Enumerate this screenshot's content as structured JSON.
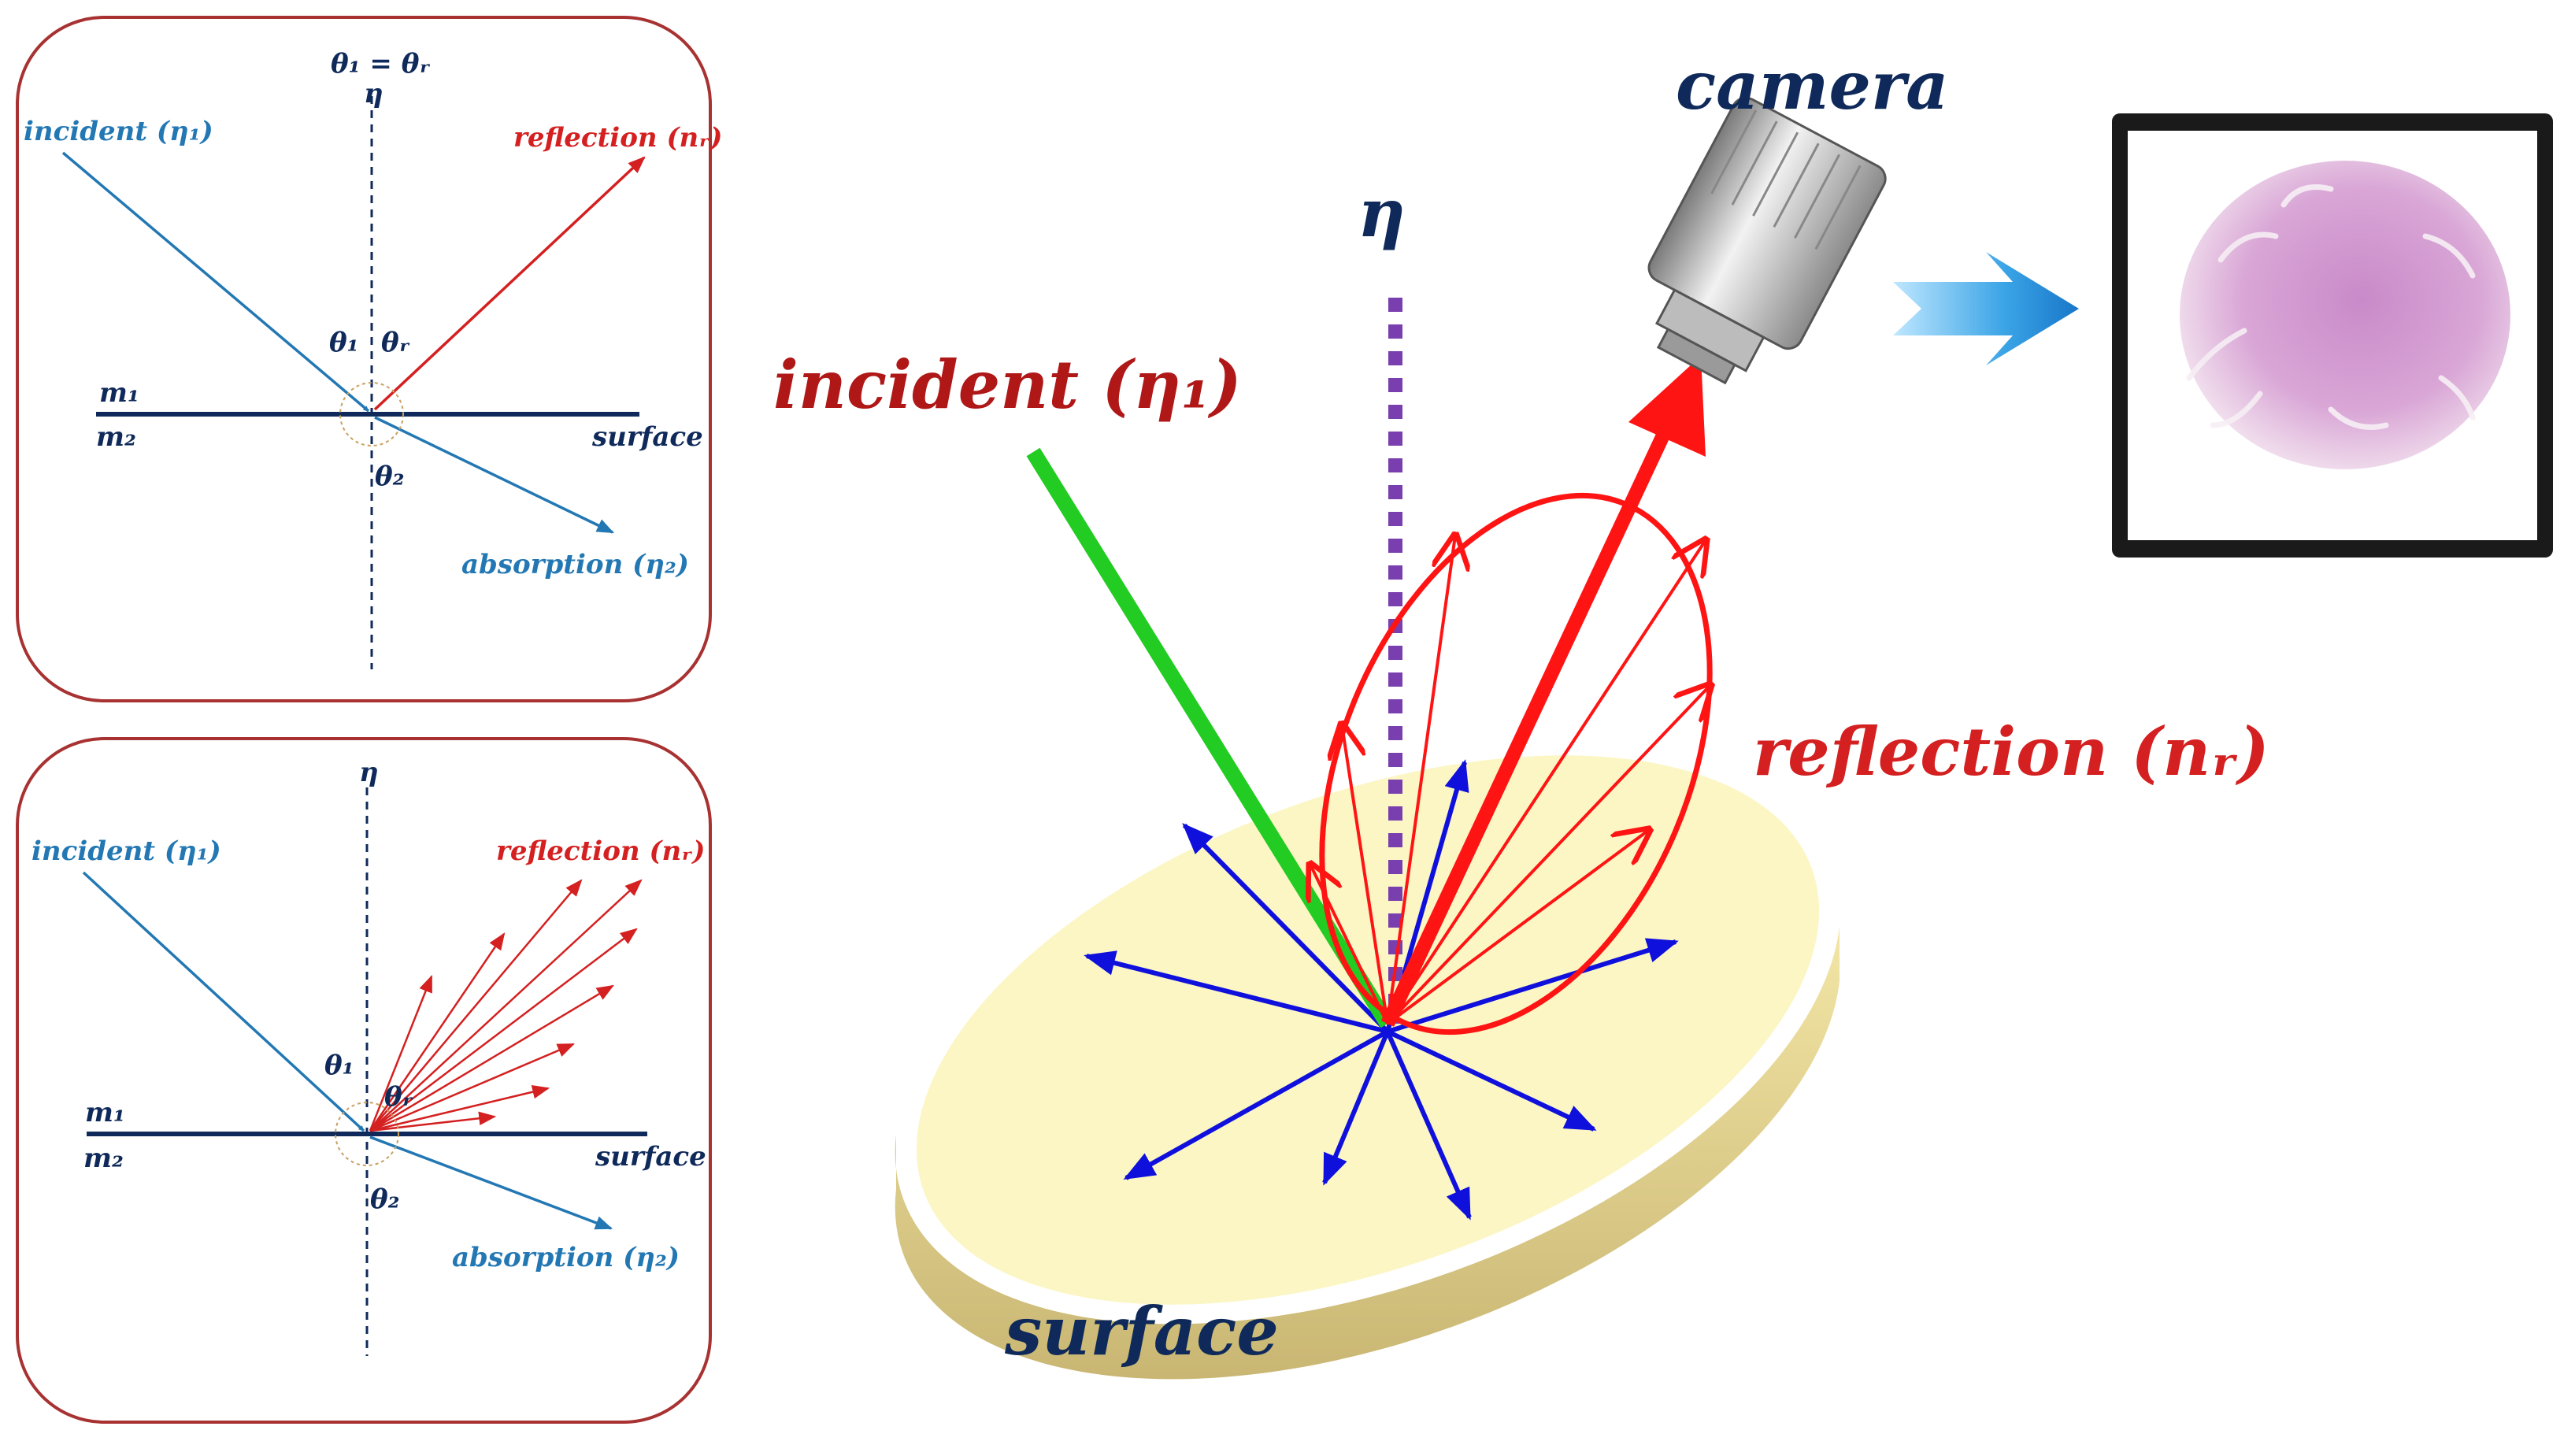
{
  "colors": {
    "panel_border": "#a83232",
    "blue_text": "#2378b4",
    "red_text": "#d42020",
    "navy": "#0f2a5a",
    "green": "#22cc22",
    "violet": "#7a3fae",
    "bright_red": "#ff1414",
    "scatter_blue": "#1010dd",
    "disc": "#fbf6c4"
  },
  "panel_specular": {
    "normal_label": "η",
    "angle_equality": "θ₁ = θᵣ",
    "incident_label": "incident (η₁)",
    "reflection_label": "reflection (nᵣ)",
    "theta1": "θ₁",
    "thetar": "θᵣ",
    "theta2": "θ₂",
    "medium1": "m₁",
    "medium2": "m₂",
    "surface_label": "surface",
    "absorption_label": "absorption (η₂)"
  },
  "panel_diffuse": {
    "normal_label": "η",
    "incident_label": "incident (η₁)",
    "reflection_label": "reflection (nᵣ)",
    "theta1": "θ₁",
    "thetar": "θᵣ",
    "theta2": "θ₂",
    "medium1": "m₁",
    "medium2": "m₂",
    "surface_label": "surface",
    "absorption_label": "absorption (η₂)"
  },
  "main_diagram": {
    "camera_label": "camera",
    "normal_label": "η",
    "incident_label": "incident (η₁)",
    "reflection_label": "reflection (nᵣ)",
    "surface_label": "surface"
  },
  "icons": {
    "camera": "camera-lens-icon",
    "arrow": "right-arrow-icon",
    "image": "cell-image-icon"
  }
}
